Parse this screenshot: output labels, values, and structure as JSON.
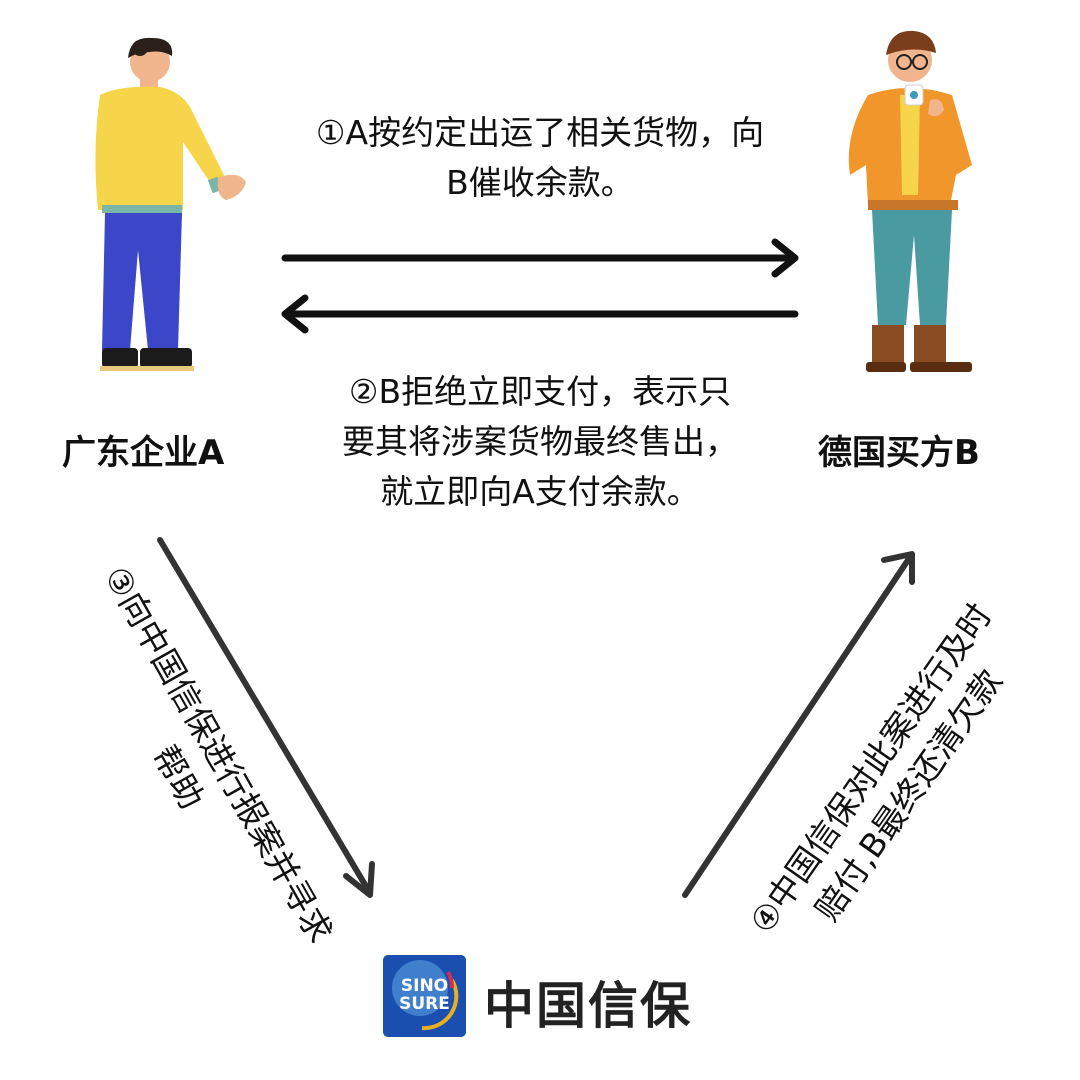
{
  "step1": {
    "line1": "①A按约定出运了相关货物，向",
    "line2": "B催收余款。"
  },
  "step2": {
    "line1": "②B拒绝立即支付，表示只",
    "line2": "要其将涉案货物最终售出，",
    "line3": "就立即向A支付余款。"
  },
  "step3": {
    "line1": "③向中国信保进行报案并寻求",
    "line2": "帮助"
  },
  "step4": {
    "line1": "④中国信保对此案进行及时",
    "line2": "赔付,B最终还清欠款"
  },
  "party_a": {
    "label": "广东企业A"
  },
  "party_b": {
    "label": "德国买方B"
  },
  "insurer": {
    "name": "中国信保",
    "logo_text": [
      "SINO",
      "SURE"
    ]
  },
  "colors": {
    "arrow": "#111111",
    "diag_arrow": "#333333",
    "logo_blue": "#1a4fb0"
  }
}
